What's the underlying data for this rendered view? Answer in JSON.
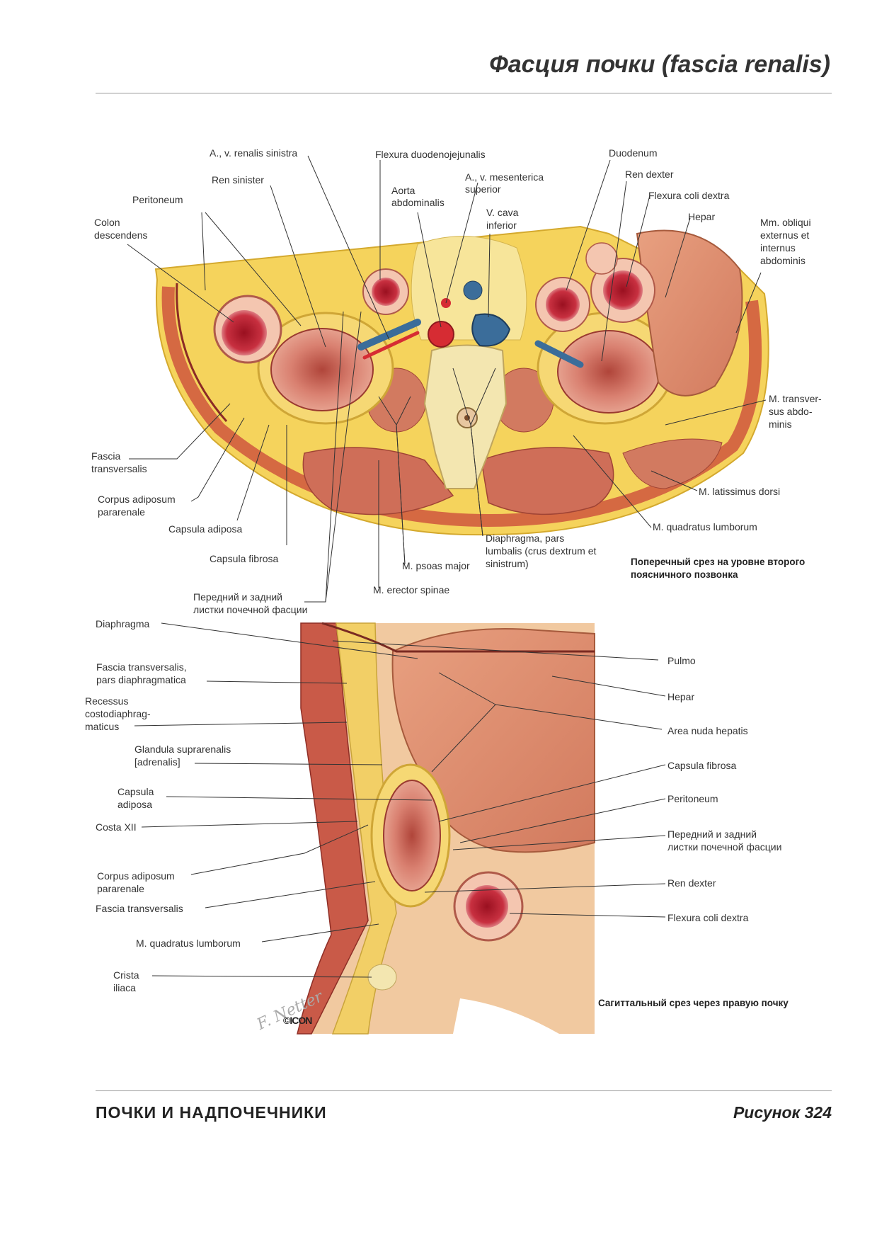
{
  "page": {
    "title": "Фасция почки (fascia renalis)",
    "section": "ПОЧКИ И НАДПОЧЕЧНИКИ",
    "figure": "Рисунок 324",
    "logo": "©ICON"
  },
  "upper": {
    "caption_lines": [
      "Поперечный срез на уровне второго",
      "поясничного позвонка"
    ],
    "labels": {
      "renalis_sinistra": "A., v. renalis sinistra",
      "flexura_duodenojejunalis": "Flexura duodenojejunalis",
      "duodenum": "Duodenum",
      "ren_sinister": "Ren sinister",
      "mesenterica_l1": "A., v. mesenterica",
      "mesenterica_l2": "superior",
      "ren_dexter": "Ren dexter",
      "aorta_l1": "Aorta",
      "aorta_l2": "abdominalis",
      "flexura_coli": "Flexura coli dextra",
      "peritoneum": "Peritoneum",
      "cava_l1": "V. cava",
      "cava_l2": "inferior",
      "hepar": "Hepar",
      "colon_l1": "Colon",
      "colon_l2": "descendens",
      "obliqui_l1": "Mm. obliqui",
      "obliqui_l2": "externus et",
      "obliqui_l3": "internus",
      "obliqui_l4": "abdominis",
      "transversus_l1": "M. transver-",
      "transversus_l2": "sus abdo-",
      "transversus_l3": "minis",
      "fascia_tr_l1": "Fascia",
      "fascia_tr_l2": "transversalis",
      "latissimus": "M. latissimus dorsi",
      "corpus_l1": "Corpus adiposum",
      "corpus_l2": "pararenale",
      "quadratus": "M. quadratus lumborum",
      "capsula_adiposa": "Capsula adiposa",
      "diaphragma_l1": "Diaphragma, pars",
      "diaphragma_l2": "lumbalis (crus dextrum et",
      "diaphragma_l3": "sinistrum)",
      "capsula_fibrosa": "Capsula fibrosa",
      "psoas": "M. psoas major",
      "perednii_l1": "Передний и задний",
      "perednii_l2": "листки почечной фасции",
      "erector": "M. erector spinae"
    }
  },
  "lower": {
    "caption": "Сагиттальный срез через правую почку",
    "labels": {
      "diaphragma": "Diaphragma",
      "pulmo": "Pulmo",
      "fascia_diaph_l1": "Fascia transversalis,",
      "fascia_diaph_l2": "pars diaphragmatica",
      "hepar": "Hepar",
      "recessus_l1": "Recessus",
      "recessus_l2": "costodiaphrag-",
      "recessus_l3": "maticus",
      "area_nuda": "Area nuda hepatis",
      "glandula_l1": "Glandula suprarenalis",
      "glandula_l2": "[adrenalis]",
      "capsula_fibrosa": "Capsula fibrosa",
      "capsula_adiposa_l1": "Capsula",
      "capsula_adiposa_l2": "adiposa",
      "peritoneum": "Peritoneum",
      "costa": "Costa XII",
      "perednii_l1": "Передний и задний",
      "perednii_l2": "листки почечной фасции",
      "corpus_l1": "Corpus adiposum",
      "corpus_l2": "pararenale",
      "ren_dexter": "Ren dexter",
      "fascia_tr": "Fascia transversalis",
      "flexura_coli": "Flexura coli dextra",
      "quadratus": "M. quadratus lumborum",
      "crista_l1": "Crista",
      "crista_l2": "iliaca"
    }
  }
}
